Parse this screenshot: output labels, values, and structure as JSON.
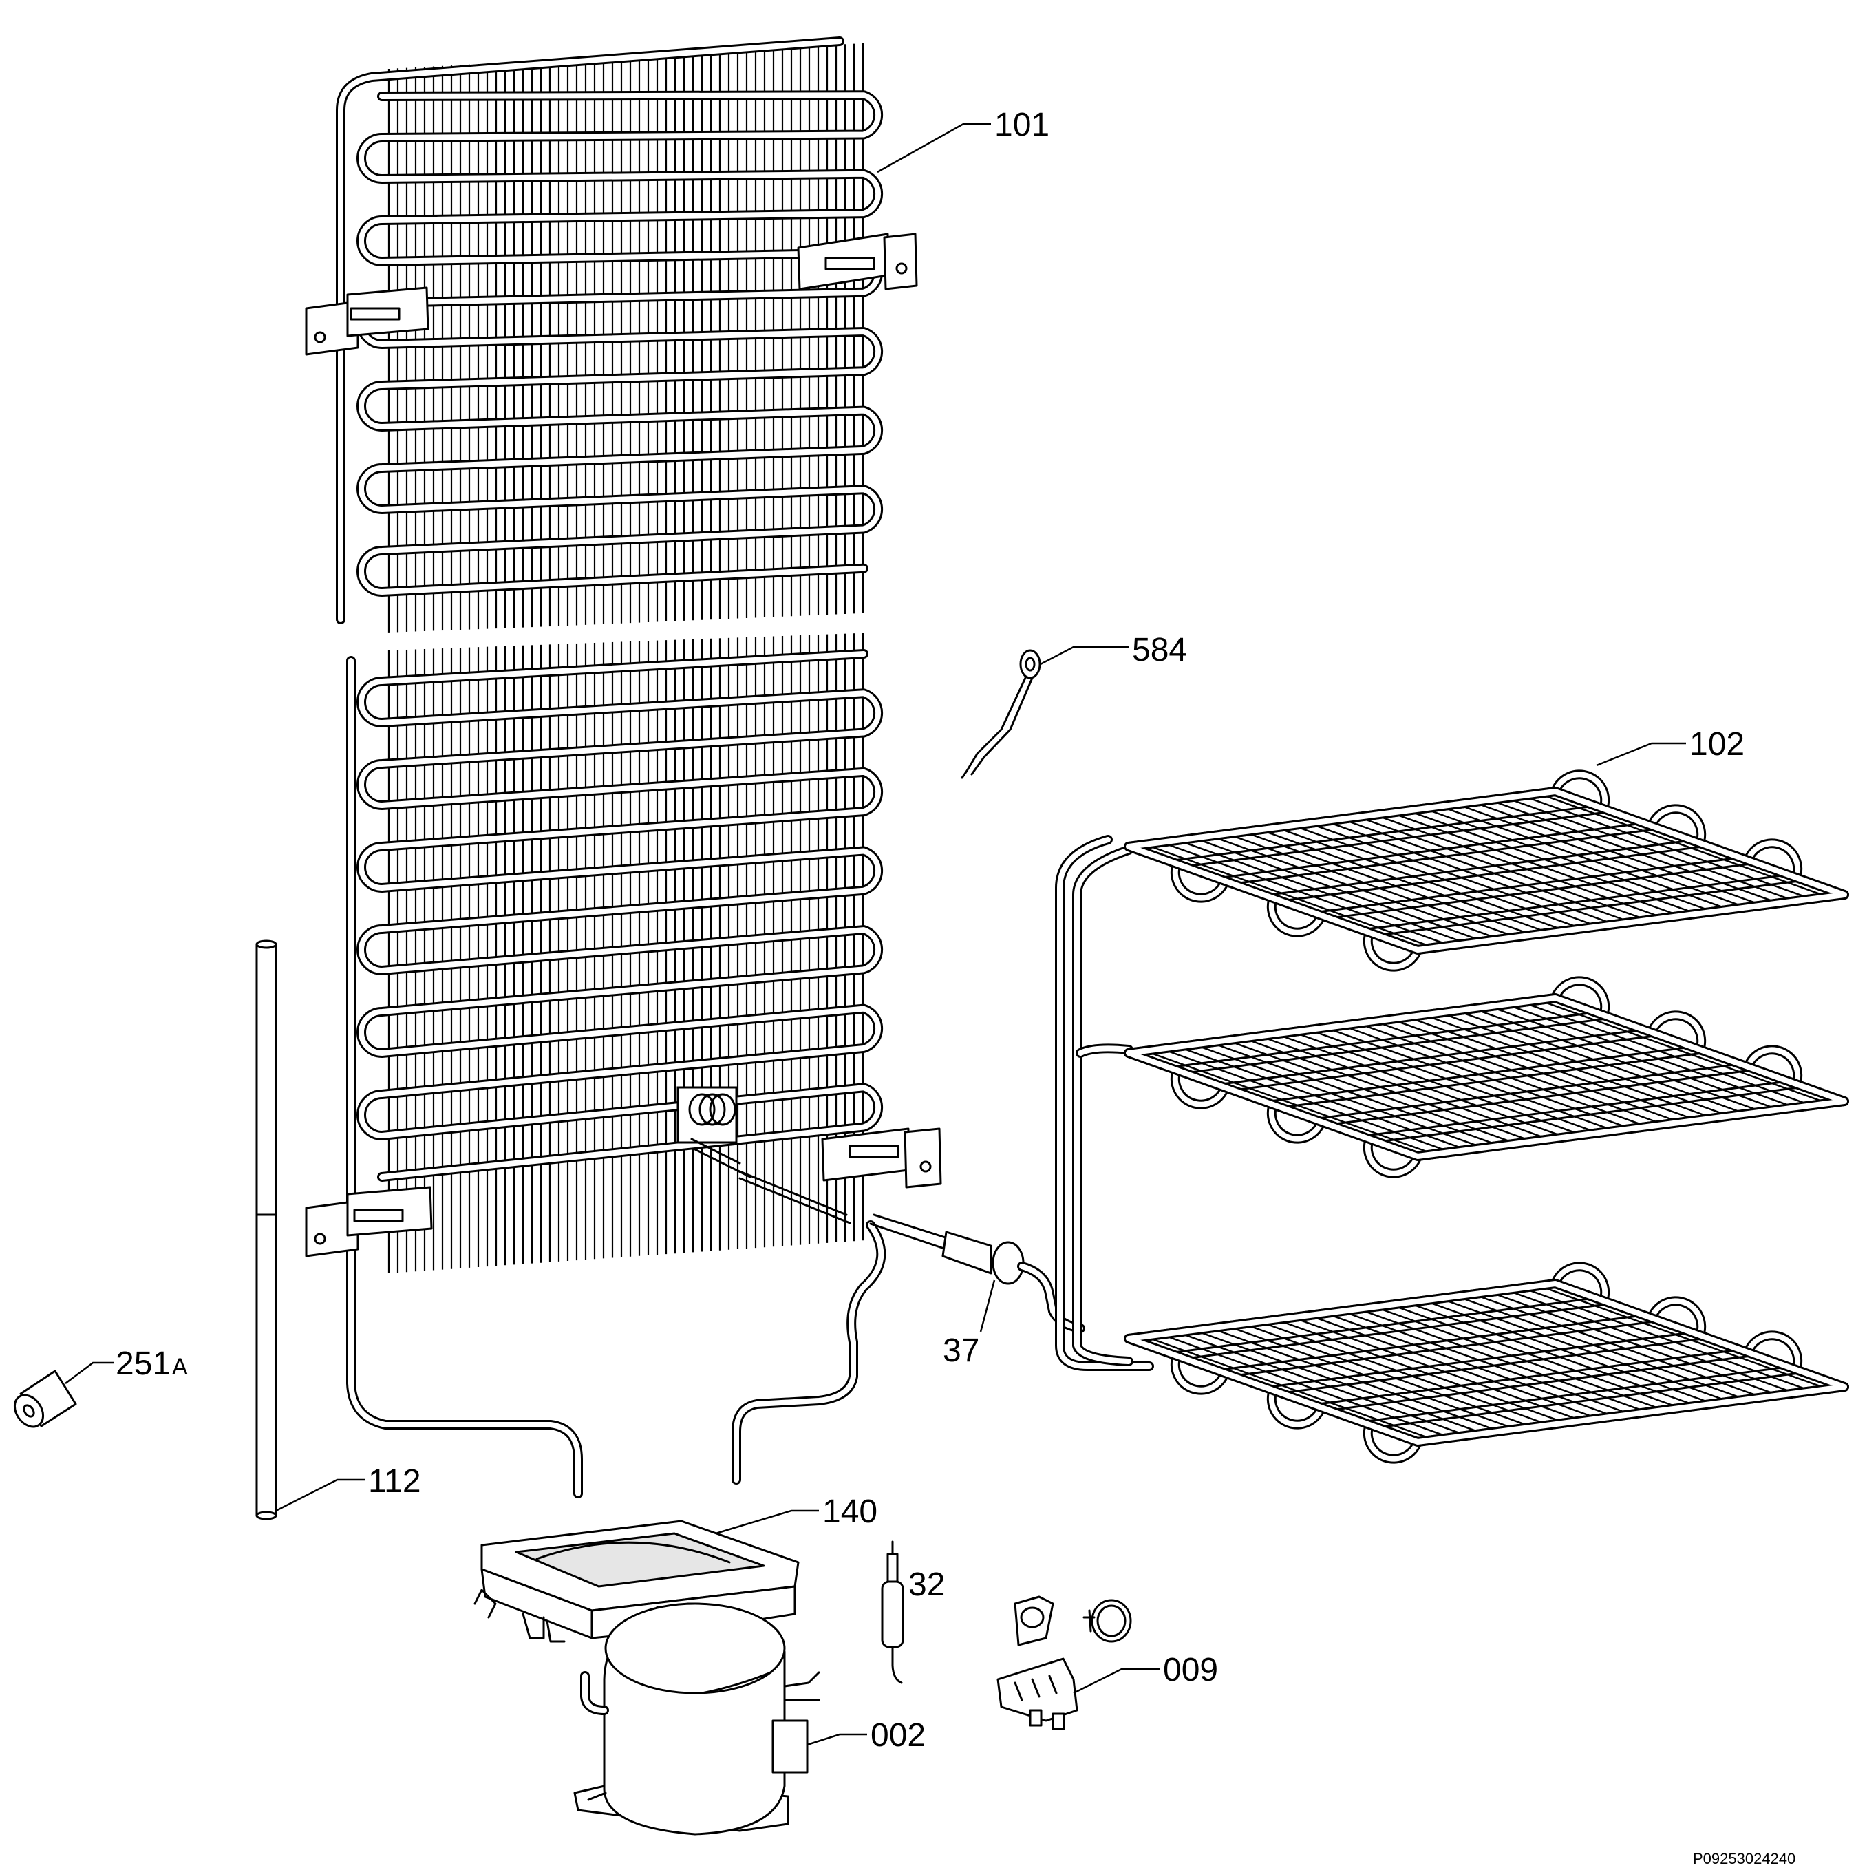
{
  "labels": {
    "p101": "101",
    "p584": "584",
    "p102": "102",
    "p37": "37",
    "p251_main": "251",
    "p251_suffix": "A",
    "p112": "112",
    "p140": "140",
    "p32": "32",
    "p009": "009",
    "p002": "002"
  },
  "drawing_code": "P09253024240"
}
